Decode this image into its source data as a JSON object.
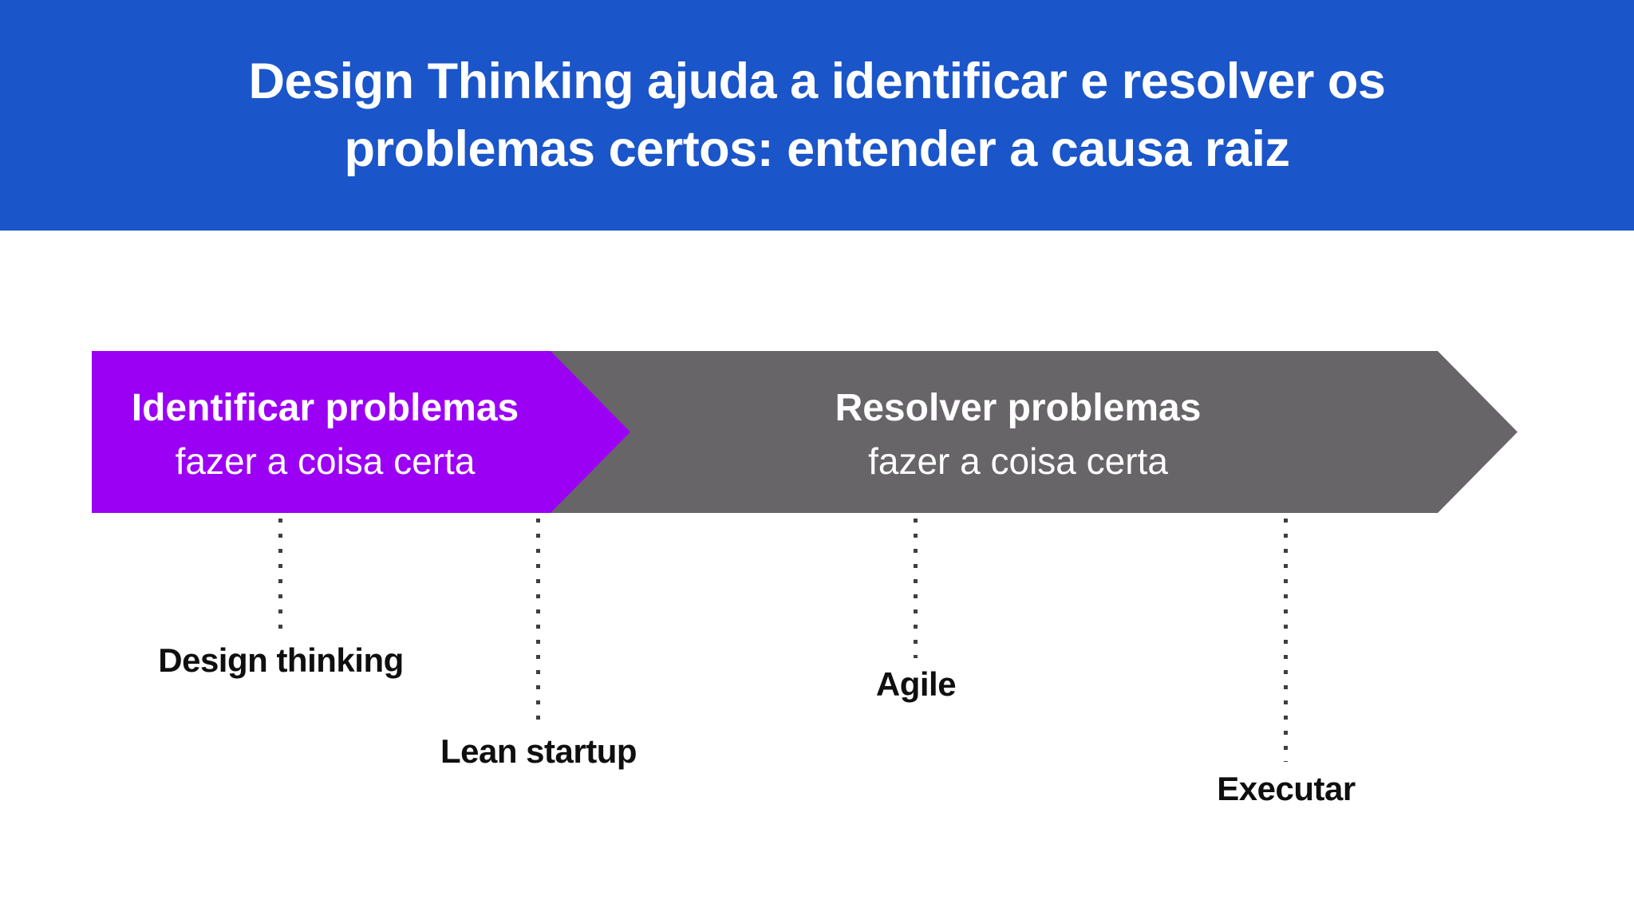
{
  "header": {
    "title_line1": "Design Thinking ajuda a identificar e resolver os",
    "title_line2": "problemas certos: entender a causa raiz"
  },
  "arrows": [
    {
      "title": "Identificar problemas",
      "subtitle": "fazer a coisa certa",
      "color": "#9b00f5"
    },
    {
      "title": "Resolver problemas",
      "subtitle": "fazer a coisa certa",
      "color": "#686568"
    }
  ],
  "milestones": [
    {
      "label": "Design thinking"
    },
    {
      "label": "Lean startup"
    },
    {
      "label": "Agile"
    },
    {
      "label": "Executar"
    }
  ],
  "colors": {
    "banner_background": "#1a55c9",
    "banner_text": "#ffffff",
    "arrow_identify": "#9b00f5",
    "arrow_solve": "#686568",
    "arrow_text": "#ffffff",
    "dotted_line": "#3f3f3f",
    "milestone_text": "#0f0f0f",
    "page_background": "#ffffff"
  }
}
